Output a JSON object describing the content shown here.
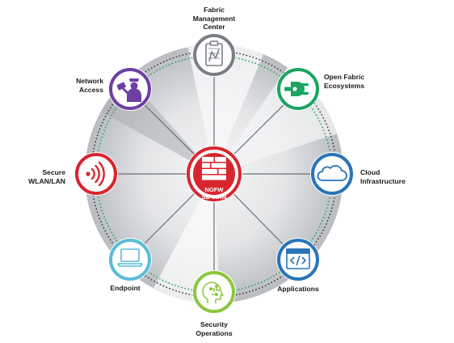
{
  "hub": {
    "label": "NGFW\nSD-WAN",
    "color": "#d8262f",
    "icon": "firewall-brick-icon"
  },
  "nodes": [
    {
      "id": "fabric-management-center",
      "label": "Fabric\nManagement\nCenter",
      "color": "#7a7f85",
      "icon": "clipboard-icon"
    },
    {
      "id": "open-fabric-ecosystems",
      "label": "Open Fabric\nEcosystems",
      "color": "#1aa562",
      "icon": "plug-icon"
    },
    {
      "id": "cloud-infrastructure",
      "label": "Cloud\nInfrastructure",
      "color": "#2a74b6",
      "icon": "cloud-icon"
    },
    {
      "id": "applications",
      "label": "Applications",
      "color": "#2a74b6",
      "icon": "code-window-icon"
    },
    {
      "id": "security-operations",
      "label": "Security\nOperations",
      "color": "#8cc63e",
      "icon": "brain-head-icon"
    },
    {
      "id": "endpoint",
      "label": "Endpoint",
      "color": "#5bbcd6",
      "icon": "laptop-icon"
    },
    {
      "id": "secure-wlan-lan",
      "label": "Secure\nWLAN/LAN",
      "color": "#d8262f",
      "icon": "wireless-signal-icon"
    },
    {
      "id": "network-access",
      "label": "Network\nAccess",
      "color": "#6e3fa3",
      "icon": "badge-officer-icon"
    }
  ],
  "ring": {
    "dotted_colors": [
      "#26a65b",
      "#2a2a2a"
    ]
  }
}
